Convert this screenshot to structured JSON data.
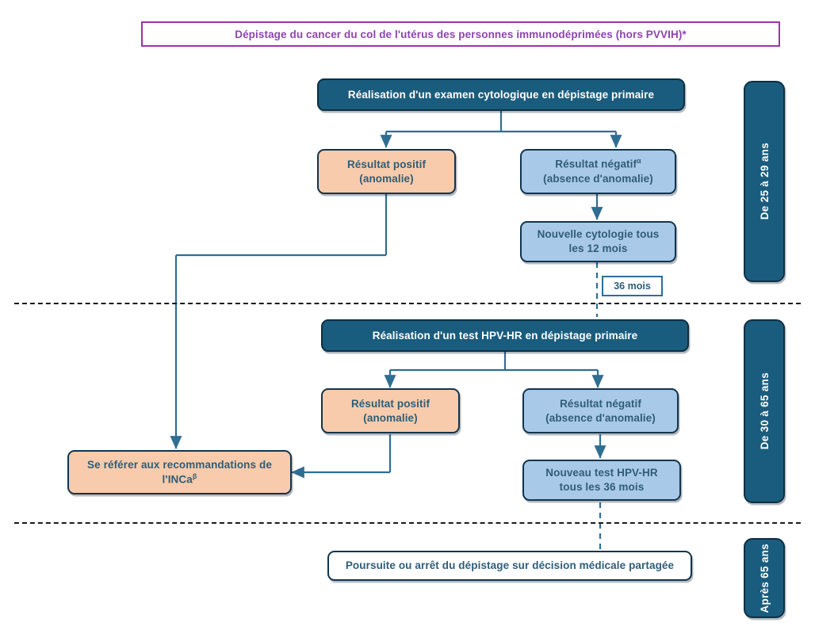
{
  "title": {
    "text": "Dépistage du cancer du col de l'utérus des personnes immunodéprimées (hors PVVIH)*",
    "border_color": "#9b35a8",
    "text_color": "#8e44ad"
  },
  "colors": {
    "dark_blue": "#1a5c7d",
    "light_blue": "#a9c9e9",
    "peach": "#f7cbab",
    "outline": "#12344d",
    "text_blue": "#2f5d78",
    "connector": "#2f6e93"
  },
  "sections": [
    {
      "band_label": "De 25 à 29 ans",
      "nodes": {
        "primary": "Réalisation d'un examen cytologique en dépistage primaire",
        "positive_line1": "Résultat positif",
        "positive_line2": "(anomalie)",
        "negative_line1": "Résultat négatif",
        "negative_sup": "α",
        "negative_line2": "(absence d'anomalie)",
        "followup_line1": "Nouvelle cytologie tous",
        "followup_line2": "les 12 mois"
      },
      "edge_label": "36 mois"
    },
    {
      "band_label": "De 30 à 65 ans",
      "nodes": {
        "primary": "Réalisation d'un test HPV-HR en dépistage primaire",
        "positive_line1": "Résultat positif",
        "positive_line2": "(anomalie)",
        "negative_line1": "Résultat négatif",
        "negative_line2": "(absence d'anomalie)",
        "followup_line1": "Nouveau test HPV-HR",
        "followup_line2": "tous les 36 mois"
      },
      "referral_line1": "Se référer aux recommandations de",
      "referral_line2": "l'INCa",
      "referral_sup": "β"
    },
    {
      "band_label": "Après 65 ans",
      "nodes": {
        "outcome": "Poursuite ou arrêt du dépistage sur décision médicale partagée"
      }
    }
  ]
}
